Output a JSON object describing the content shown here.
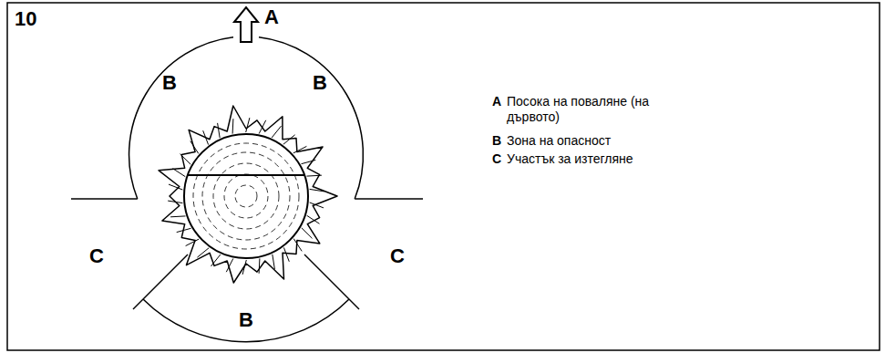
{
  "diagram": {
    "labels": [
      "10",
      "A",
      "B",
      "B",
      "C",
      "C",
      "B",
      "A",
      "B",
      "C"
    ],
    "legend": [
      {
        "text": "Посока на поваляне (на дървото)"
      },
      {
        "text": "Зона на опасност"
      },
      {
        "text": "Участък за изтегляне"
      }
    ]
  }
}
